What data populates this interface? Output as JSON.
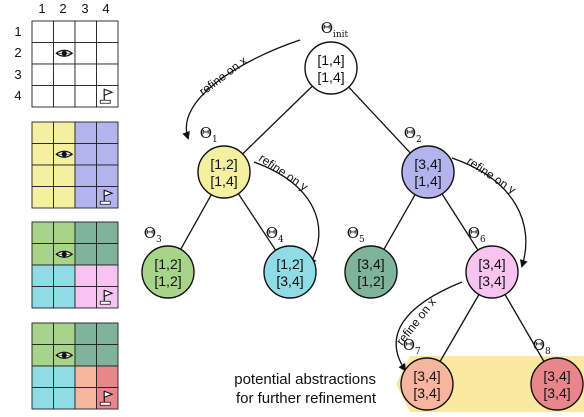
{
  "grid_labels": {
    "cols": [
      "1",
      "2",
      "3",
      "4"
    ],
    "rows": [
      "1",
      "2",
      "3",
      "4"
    ]
  },
  "grid_panels": [
    {
      "cells": [
        [
          "#ffffff",
          "#ffffff",
          "#ffffff",
          "#ffffff"
        ],
        [
          "#ffffff",
          "#ffffff",
          "#ffffff",
          "#ffffff"
        ],
        [
          "#ffffff",
          "#ffffff",
          "#ffffff",
          "#ffffff"
        ],
        [
          "#ffffff",
          "#ffffff",
          "#ffffff",
          "#ffffff"
        ]
      ]
    },
    {
      "cells": [
        [
          "#f4f0a0",
          "#f4f0a0",
          "#b3b3ee",
          "#b3b3ee"
        ],
        [
          "#f4f0a0",
          "#f4f0a0",
          "#b3b3ee",
          "#b3b3ee"
        ],
        [
          "#f4f0a0",
          "#f4f0a0",
          "#b3b3ee",
          "#b3b3ee"
        ],
        [
          "#f4f0a0",
          "#f4f0a0",
          "#b3b3ee",
          "#b3b3ee"
        ]
      ]
    },
    {
      "cells": [
        [
          "#a8d48a",
          "#a8d48a",
          "#7fb39a",
          "#7fb39a"
        ],
        [
          "#a8d48a",
          "#a8d48a",
          "#7fb39a",
          "#7fb39a"
        ],
        [
          "#8fdbe6",
          "#8fdbe6",
          "#f7c4f2",
          "#f7c4f2"
        ],
        [
          "#8fdbe6",
          "#8fdbe6",
          "#f7c4f2",
          "#f7c4f2"
        ]
      ]
    },
    {
      "cells": [
        [
          "#a8d48a",
          "#a8d48a",
          "#7fb39a",
          "#7fb39a"
        ],
        [
          "#a8d48a",
          "#a8d48a",
          "#7fb39a",
          "#7fb39a"
        ],
        [
          "#8fdbe6",
          "#8fdbe6",
          "#f6b59e",
          "#e8868c"
        ],
        [
          "#8fdbe6",
          "#8fdbe6",
          "#f6b59e",
          "#e8868c"
        ]
      ]
    }
  ],
  "nodes": [
    {
      "id": "init",
      "theta": "Θ",
      "sub": "init",
      "line1": "[1,4]",
      "line2": "[1,4]",
      "fill": "#ffffff"
    },
    {
      "id": "t1",
      "theta": "Θ",
      "sub": "1",
      "line1": "[1,2]",
      "line2": "[1,4]",
      "fill": "#f4f0a0"
    },
    {
      "id": "t2",
      "theta": "Θ",
      "sub": "2",
      "line1": "[3,4]",
      "line2": "[1,4]",
      "fill": "#b3b3ee"
    },
    {
      "id": "t3",
      "theta": "Θ",
      "sub": "3",
      "line1": "[1,2]",
      "line2": "[1,2]",
      "fill": "#a8d48a"
    },
    {
      "id": "t4",
      "theta": "Θ",
      "sub": "4",
      "line1": "[1,2]",
      "line2": "[3,4]",
      "fill": "#8fdbe6"
    },
    {
      "id": "t5",
      "theta": "Θ",
      "sub": "5",
      "line1": "[3,4]",
      "line2": "[1,2]",
      "fill": "#7fb39a"
    },
    {
      "id": "t6",
      "theta": "Θ",
      "sub": "6",
      "line1": "[3,4]",
      "line2": "[3,4]",
      "fill": "#f7c4f2"
    },
    {
      "id": "t7",
      "theta": "Θ",
      "sub": "7",
      "line1": "[3,4]",
      "line2": "[3,4]",
      "fill": "#f6b59e"
    },
    {
      "id": "t8",
      "theta": "Θ",
      "sub": "8",
      "line1": "[3,4]",
      "line2": "[3,4]",
      "fill": "#e8868c"
    }
  ],
  "edges": [
    [
      "init",
      "t1"
    ],
    [
      "init",
      "t2"
    ],
    [
      "t1",
      "t3"
    ],
    [
      "t1",
      "t4"
    ],
    [
      "t2",
      "t5"
    ],
    [
      "t2",
      "t6"
    ],
    [
      "t6",
      "t7"
    ],
    [
      "t6",
      "t8"
    ]
  ],
  "arrow_labels": [
    {
      "id": "a-init",
      "text": "refine on x"
    },
    {
      "id": "a-t1",
      "text": "refine on y"
    },
    {
      "id": "a-t2",
      "text": "refine on y"
    },
    {
      "id": "a-t6",
      "text": "refine on x"
    }
  ],
  "caption": {
    "line1": "potential abstractions",
    "line2": "for further refinement",
    "highlight_color": "#fbe8a0"
  },
  "icons": {
    "agent": "eye-icon",
    "goal": "flag-icon"
  }
}
